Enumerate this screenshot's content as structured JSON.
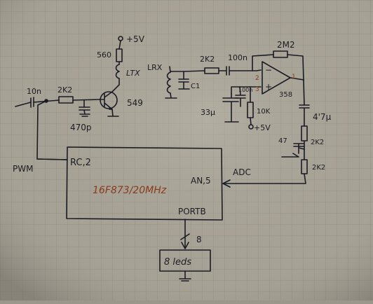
{
  "colors": {
    "paper": "#a7a296",
    "paper_light": "#b9b4a8",
    "grid": "#8c887c",
    "ink": "#1b1b24",
    "red_ink": "#8a3a1c"
  },
  "labels": {
    "cap_input": "10n",
    "res_base": "2K2",
    "cap_base": "470p",
    "res_collector": "560",
    "supply_top": "+5V",
    "coil_ltx": "LTX",
    "transistor": "549",
    "coil_lrx": "LRX",
    "cap_c1": "C1",
    "res_opamp_in": "2K2",
    "cap_opamp_in": "100n",
    "res_feedback": "2M2",
    "pin2": "2",
    "pin3": "3",
    "pin1": "1",
    "opamp_minus": "−",
    "opamp_plus": "+",
    "opamp_part": "358",
    "cap_bias": "100n",
    "cap_electrolytic": "33μ",
    "res_bias": "10K",
    "supply_bias": "+5V",
    "cap_output": "4'7μ",
    "res_div_top": "2K2",
    "cap_div": "47",
    "res_div_bottom": "2K2",
    "adc_label": "ADC",
    "pwm_label": "PWM",
    "pin_rc2": "RC,2",
    "mcu_part": "16F873/20MHz",
    "pin_an": "AN,5",
    "port_label": "PORTB",
    "bus_width": "8",
    "leds_label": "8 leds"
  }
}
